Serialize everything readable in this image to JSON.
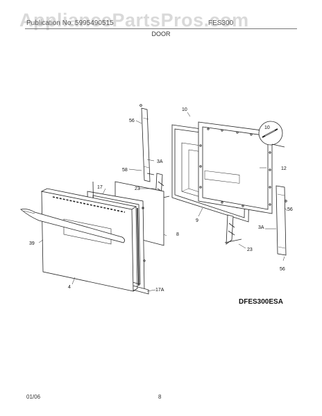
{
  "watermark": "AppliancePartsPros.com",
  "header": {
    "left": "Publication No. 5995490515",
    "right": "FES300"
  },
  "section_title": "DOOR",
  "callouts": {
    "c56a": "56",
    "c10a": "10",
    "c10b": "10",
    "c3a_left": "3A",
    "c58": "58",
    "c12": "12",
    "c23a": "23",
    "c17": "17",
    "c56b": "56",
    "c9": "9",
    "c8": "8",
    "c3a_right": "3A",
    "c39": "39",
    "c23b": "23",
    "c4": "4",
    "c56c": "56",
    "c17a": "17A"
  },
  "model": "DFES300ESA",
  "footer": {
    "date": "01/06",
    "page": "8"
  }
}
